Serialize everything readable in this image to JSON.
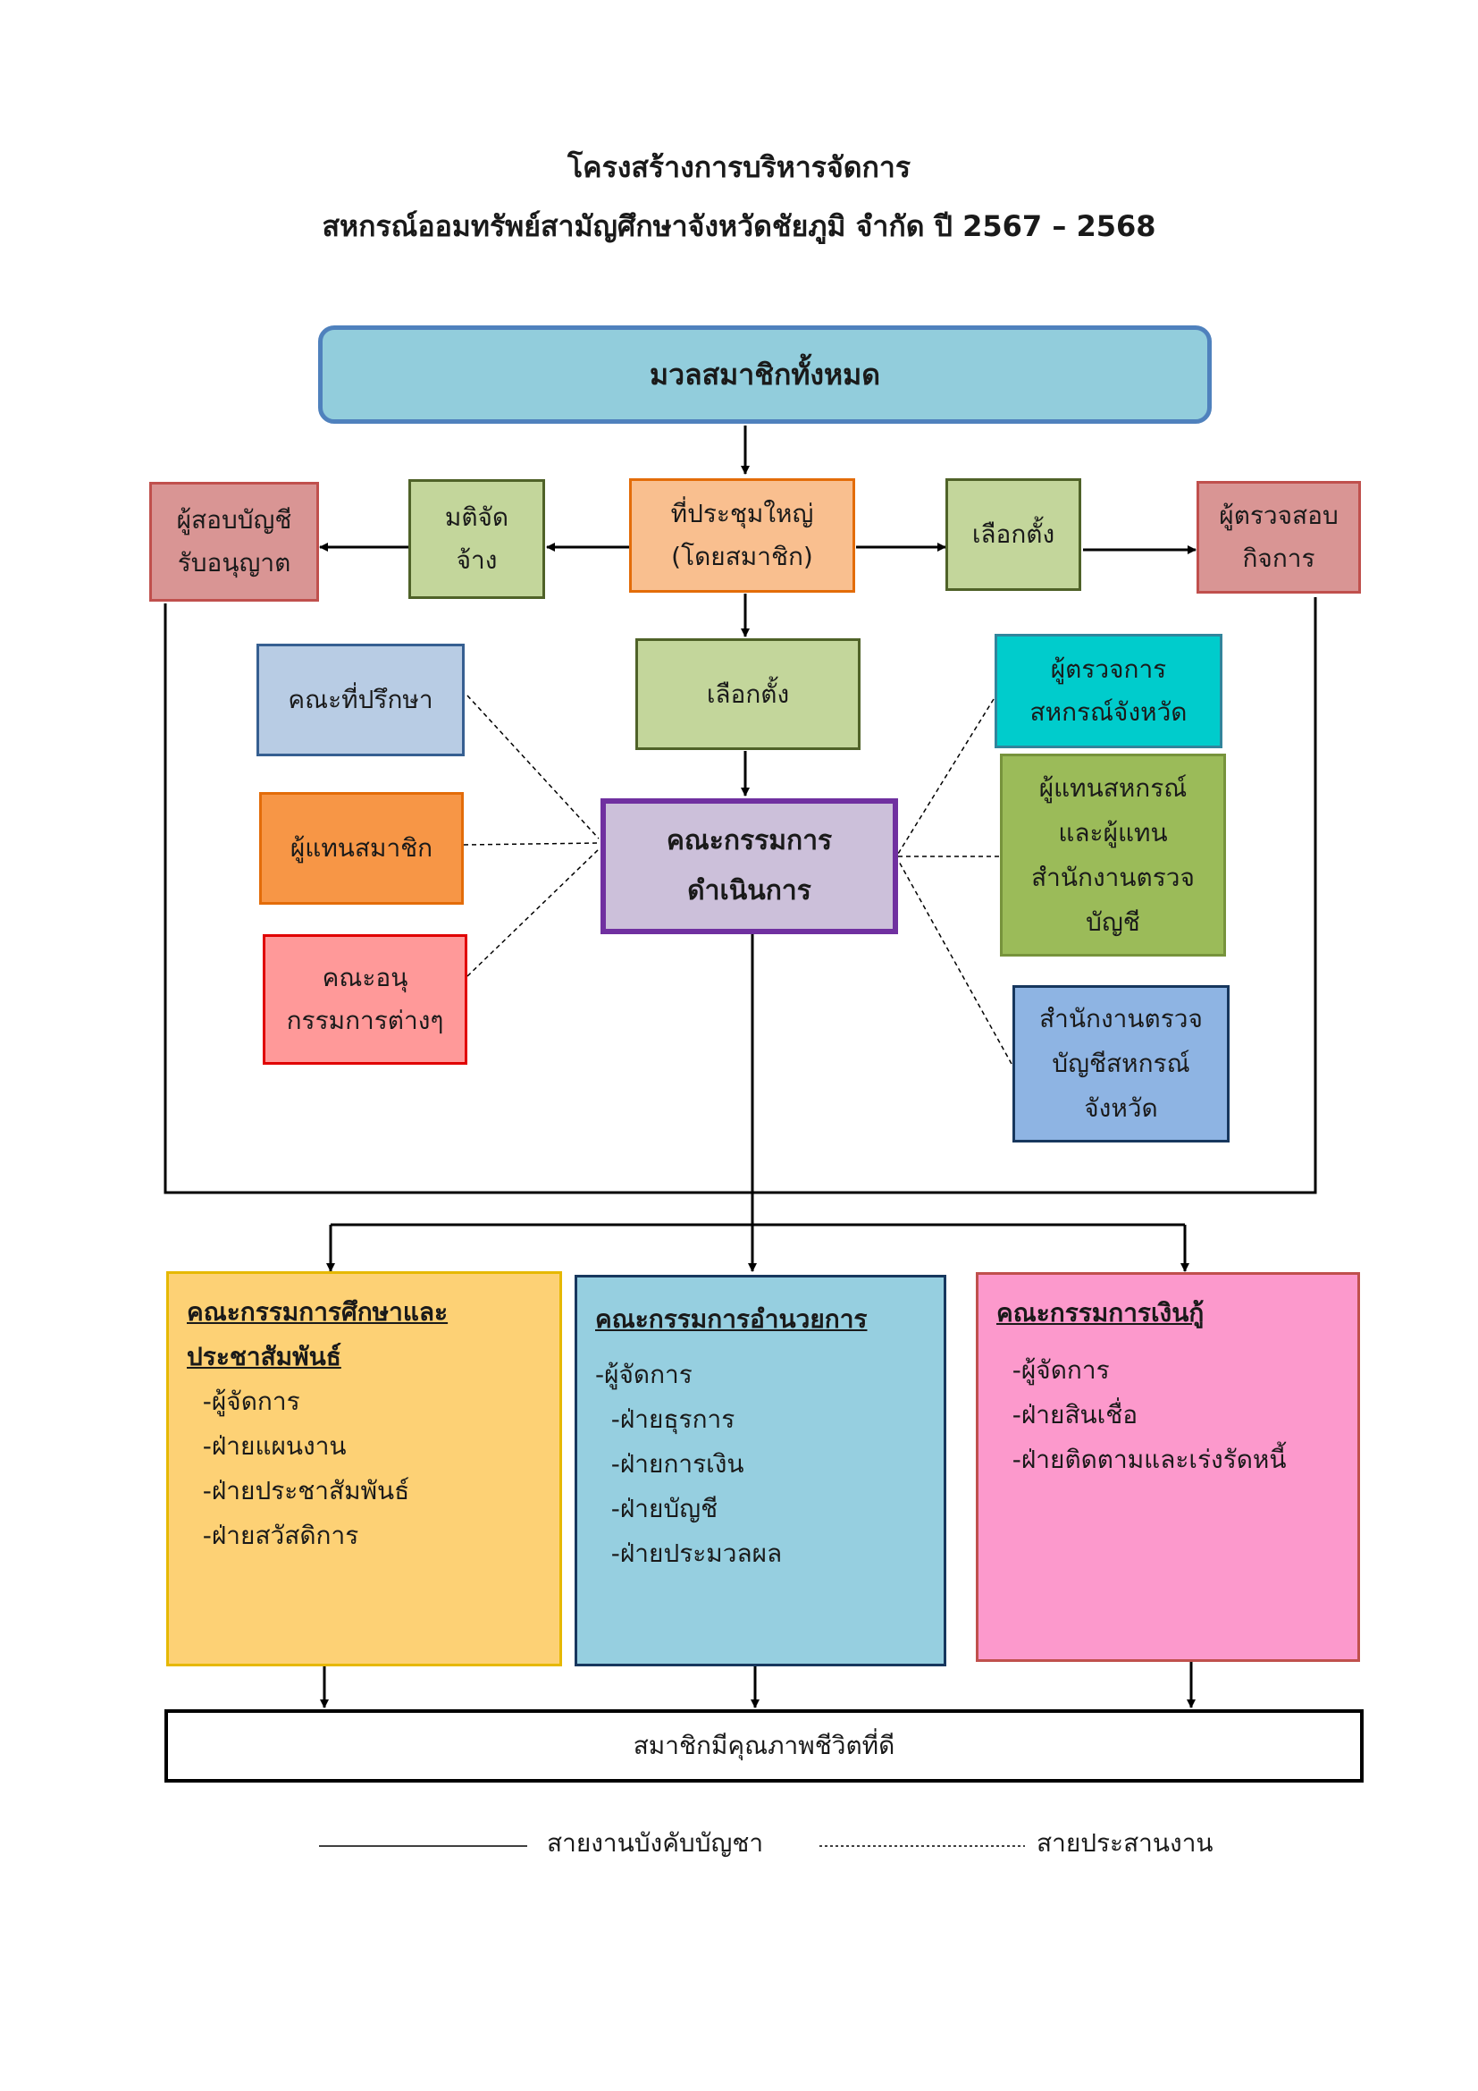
{
  "title": {
    "line1": "โครงสร้างการบริหารจัดการ",
    "line2": "สหกรณ์ออมทรัพย์สามัญศึกษาจังหวัดชัยภูมิ จำกัด  ปี 2567 – 2568"
  },
  "nodes": {
    "all_members": "มวลสมาชิกทั้งหมด",
    "auditor_licensed": "ผู้สอบบัญชี\nรับอนุญาต",
    "resolve_hire": "มติจัด\nจ้าง",
    "general_meeting": "ที่ประชุมใหญ่\n(โดยสมาชิก)",
    "election_right": "เลือกตั้ง",
    "business_inspector": "ผู้ตรวจสอบ\nกิจการ",
    "election_center": "เลือกตั้ง",
    "advisory_committee": "คณะที่ปรึกษา",
    "member_representatives": "ผู้แทนสมาชิก",
    "subcommittees": "คณะอนุ\nกรรมการต่างๆ",
    "board": "คณะกรรมการ\nดำเนินการ",
    "coop_inspector": "ผู้ตรวจการ\nสหกรณ์จังหวัด",
    "coop_rep": "ผู้แทนสหกรณ์\nและผู้แทน\nสำนักงานตรวจ\nบัญชี",
    "audit_office": "สำนักงานตรวจ\nบัญชีสหกรณ์\nจังหวัด",
    "quality_life": "สมาชิกมีคุณภาพชีวิตที่ดี"
  },
  "panels": [
    {
      "heading": "คณะกรรมการศึกษาและ\nประชาสัมพันธ์",
      "items": [
        "  -ผู้จัดการ",
        "  -ฝ่ายแผนงาน",
        "  -ฝ่ายประชาสัมพันธ์",
        "  -ฝ่ายสวัสดิการ"
      ],
      "color": "#fdd175"
    },
    {
      "heading": "คณะกรรมการอำนวยการ",
      "items": [
        "-ผู้จัดการ",
        "  -ฝ่ายธุรการ",
        "  -ฝ่ายการเงิน",
        "  -ฝ่ายบัญชี",
        "  -ฝ่ายประมวลผล"
      ],
      "color": "#96cfe0"
    },
    {
      "heading": "คณะกรรมการเงินกู้",
      "items": [
        "  -ผู้จัดการ",
        "  -ฝ่ายสินเชื่อ",
        "  -ฝ่ายติดตามและเร่งรัดหนี้"
      ],
      "color": "#fc99cc"
    }
  ],
  "legend": {
    "solid_label": "สายงานบังคับบัญชา",
    "dashed_label": "สายประสานงาน"
  },
  "colors": {
    "top_box": "#92cddc",
    "meeting": "#f9bf8f",
    "green": "#c3d69b",
    "rose": "#d99594",
    "advisory": "#b8cce4",
    "orange": "#f79646",
    "pink": "#ff9999",
    "board": "#ccc0da",
    "teal": "#00cccc",
    "olive": "#9bbb59",
    "blue": "#8eb4e3"
  }
}
